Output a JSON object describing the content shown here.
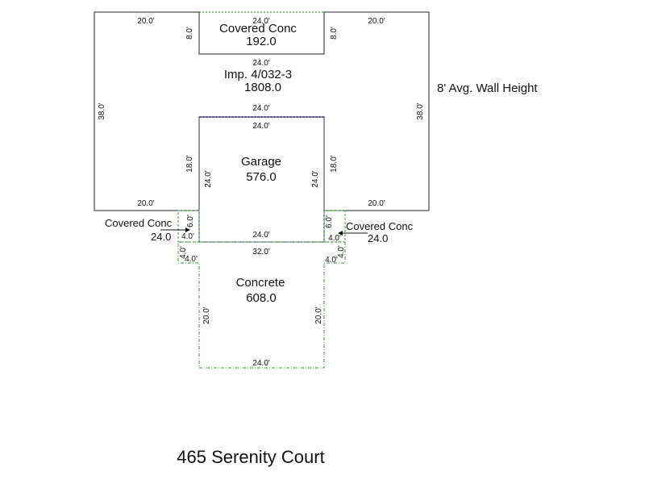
{
  "address": "465 Serenity Court",
  "wall_note": "8' Avg. Wall Height",
  "colors": {
    "house": "#222222",
    "garage": "#2b2b6a",
    "concrete": "#2e9a2e"
  },
  "areas": {
    "main": {
      "name": "Imp. 4/032-3",
      "area": "1808.0"
    },
    "cov_top": {
      "name": "Covered Conc",
      "area": "192.0"
    },
    "garage": {
      "name": "Garage",
      "area": "576.0"
    },
    "cov_left": {
      "name": "Covered Conc",
      "area": "24.0"
    },
    "cov_right": {
      "name": "Covered Conc",
      "area": "24.0"
    },
    "concrete": {
      "name": "Concrete",
      "area": "608.0"
    }
  },
  "dims": {
    "top_left": "20.0'",
    "top_center": "24.0'",
    "top_right": "20.0'",
    "notch_left": "8.0'",
    "notch_right": "8.0'",
    "notch_bottom": "24.0'",
    "left_side": "38.0'",
    "right_side": "38.0'",
    "garage_top_outer": "24.0'",
    "garage_top_inner": "24.0'",
    "garage_left_outer": "18.0'",
    "garage_left_inner": "24.0'",
    "garage_right_outer": "18.0'",
    "garage_right_inner": "24.0'",
    "bottom_left": "20.0'",
    "bottom_right": "20.0'",
    "cov_left_height": "6.0'",
    "cov_left_width": "4.0'",
    "cov_right_height": "6.0'",
    "cov_right_width": "4.0'",
    "garage_bottom": "24.0'",
    "conc_top": "32.0'",
    "conc_left_small": "4.0'",
    "conc_left_w": "4.0'",
    "conc_right_small": "4.0'",
    "conc_right_w": "4.0'",
    "conc_left_side": "20.0'",
    "conc_right_side": "20.0'",
    "conc_bottom": "24.0'"
  }
}
